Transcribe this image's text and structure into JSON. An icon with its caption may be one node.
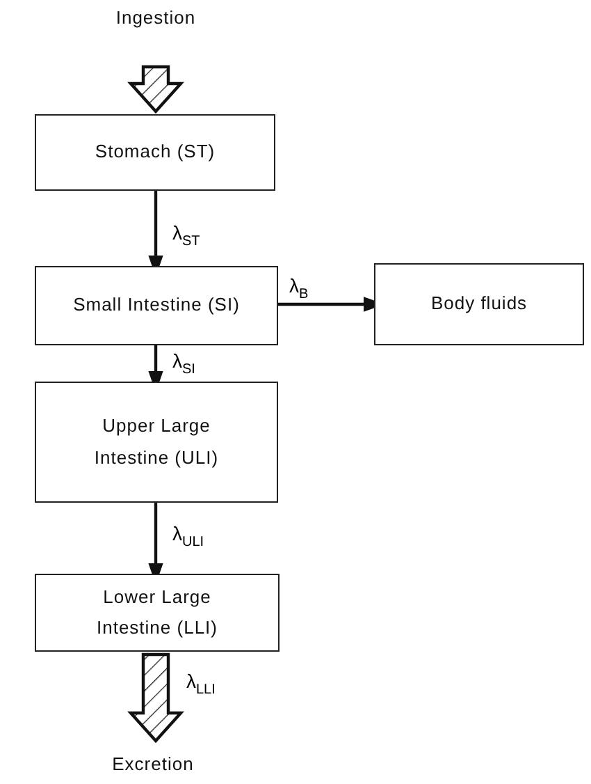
{
  "diagram": {
    "nodes": [
      {
        "text": [
          "Ingestion"
        ]
      },
      {
        "text": [
          "Stomach (ST)"
        ]
      },
      {
        "text": [
          "Small Intestine (SI)"
        ]
      },
      {
        "text": [
          "Body fluids"
        ]
      },
      {
        "text": [
          "Upper Large Intestine (ULI)"
        ]
      },
      {
        "text": [
          "Lower Large Intestine (LLI)"
        ]
      },
      {
        "text": [
          "Excretion"
        ]
      }
    ],
    "edges": [
      {
        "from": 0,
        "to": 1,
        "arrow": "to",
        "style": "thick"
      },
      {
        "from": 1,
        "to": 2,
        "arrow": "to",
        "label": "λ$_{ST}$"
      },
      {
        "from": 2,
        "to": 3,
        "arrow": "to",
        "label": "λ$_{B}$"
      },
      {
        "from": 2,
        "to": 4,
        "arrow": "to",
        "label": "λ$_{SI}$"
      },
      {
        "from": 4,
        "to": 5,
        "arrow": "to",
        "label": "λ$_{ULI}$"
      },
      {
        "from": 5,
        "to": 6,
        "arrow": "to",
        "label": "λ$_{LLI}$",
        "style": "thick"
      }
    ]
  }
}
